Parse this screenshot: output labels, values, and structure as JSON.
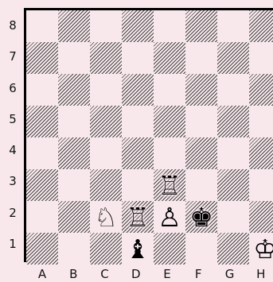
{
  "board": {
    "files": [
      "A",
      "B",
      "C",
      "D",
      "E",
      "F",
      "G",
      "H"
    ],
    "ranks": [
      "8",
      "7",
      "6",
      "5",
      "4",
      "3",
      "2",
      "1"
    ],
    "pieces": [
      {
        "square": "e3",
        "glyph": "♖",
        "name": "white-rook"
      },
      {
        "square": "c2",
        "glyph": "♘",
        "name": "white-knight"
      },
      {
        "square": "d2",
        "glyph": "♖",
        "name": "white-rook"
      },
      {
        "square": "e2",
        "glyph": "♙",
        "name": "white-pawn"
      },
      {
        "square": "f2",
        "glyph": "♚",
        "name": "black-king"
      },
      {
        "square": "d1",
        "glyph": "♝",
        "name": "black-bishop"
      },
      {
        "square": "h1",
        "glyph": "♔",
        "name": "white-king"
      }
    ]
  },
  "colors": {
    "light_square": "#f8e8ec",
    "dark_square_hatch": "#444444",
    "border": "#000000"
  }
}
